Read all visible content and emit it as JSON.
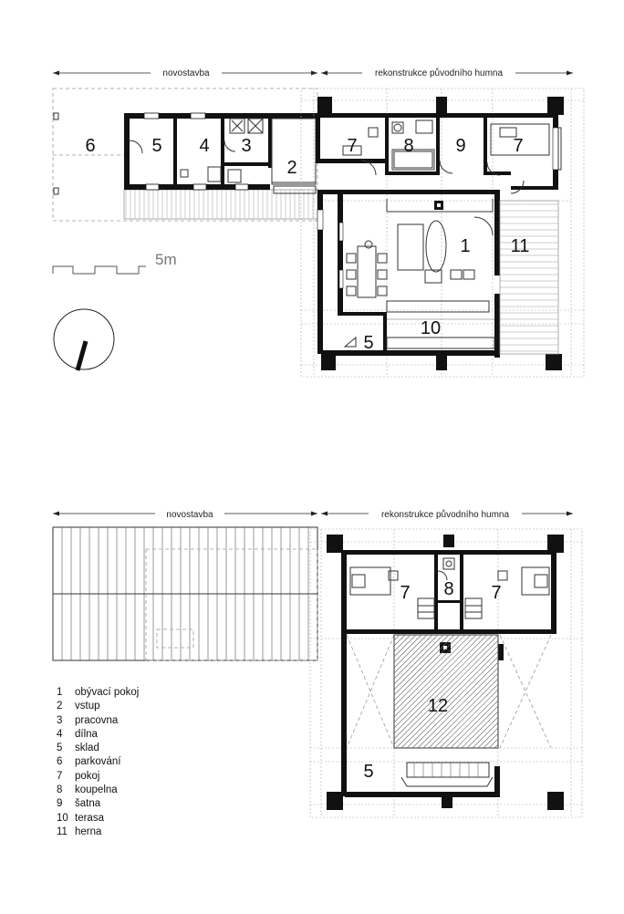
{
  "top_plan": {
    "label_left": "novostavba",
    "label_right": "rekonstrukce původního humna",
    "scale_label": "5m",
    "room_numbers": [
      "6",
      "5",
      "4",
      "3",
      "2",
      "7",
      "8",
      "9",
      "7",
      "1",
      "11",
      "10",
      "5"
    ]
  },
  "bottom_plan": {
    "label_left": "novostavba",
    "label_right": "rekonstrukce původního humna",
    "room_numbers": [
      "7",
      "8",
      "7",
      "12",
      "5"
    ]
  },
  "legend": [
    {
      "num": "1",
      "label": "obývací pokoj"
    },
    {
      "num": "2",
      "label": "vstup"
    },
    {
      "num": "3",
      "label": "pracovna"
    },
    {
      "num": "4",
      "label": "dílna"
    },
    {
      "num": "5",
      "label": "sklad"
    },
    {
      "num": "6",
      "label": "parkování"
    },
    {
      "num": "7",
      "label": "pokoj"
    },
    {
      "num": "8",
      "label": "koupelna"
    },
    {
      "num": "9",
      "label": "šatna"
    },
    {
      "num": "10",
      "label": "terasa"
    },
    {
      "num": "11",
      "label": "herna"
    }
  ]
}
